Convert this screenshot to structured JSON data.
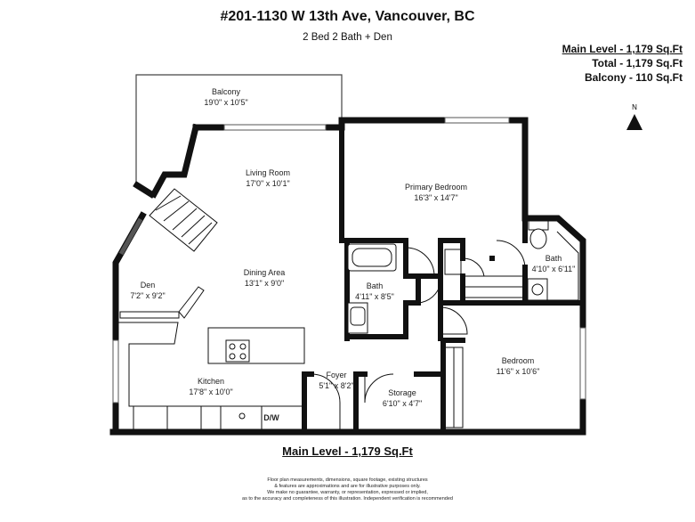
{
  "header": {
    "title": "#201-1130 W 13th Ave, Vancouver, BC",
    "subtitle": "2 Bed 2 Bath + Den"
  },
  "summary": {
    "main_level": "Main Level - 1,179 Sq.Ft",
    "total": "Total - 1,179 Sq.Ft",
    "balcony": "Balcony - 110 Sq.Ft"
  },
  "compass": {
    "label": "N"
  },
  "rooms": {
    "balcony": {
      "name": "Balcony",
      "size": "19'0\" x 10'5\""
    },
    "living_room": {
      "name": "Living Room",
      "size": "17'0\" x 10'1\""
    },
    "primary_bedroom": {
      "name": "Primary Bedroom",
      "size": "16'3\" x 14'7\""
    },
    "dining_area": {
      "name": "Dining Area",
      "size": "13'1\" x 9'0\""
    },
    "den": {
      "name": "Den",
      "size": "7'2\" x 9'2\""
    },
    "bath_1": {
      "name": "Bath",
      "size": "4'11\" x 8'5\""
    },
    "bath_2": {
      "name": "Bath",
      "size": "4'10\" x 6'11\""
    },
    "kitchen": {
      "name": "Kitchen",
      "size": "17'8\" x 10'0\""
    },
    "foyer": {
      "name": "Foyer",
      "size": "5'1\" x 8'2\""
    },
    "storage": {
      "name": "Storage",
      "size": "6'10\" x 4'7\""
    },
    "bedroom": {
      "name": "Bedroom",
      "size": "11'6\" x 10'6\""
    }
  },
  "fixtures": {
    "dishwasher": "D/W"
  },
  "footer": {
    "level_label": "Main Level - 1,179 Sq.Ft",
    "disclaimer": [
      "Floor plan measurements, dimensions, square footage, existing structures",
      "& features are approximations and are for illustrative purposes only.",
      "We make no guarantee, warranty, or representation, expressed or implied,",
      "as to the accuracy and completeness of this illustration. Independent verification is recommended"
    ]
  }
}
